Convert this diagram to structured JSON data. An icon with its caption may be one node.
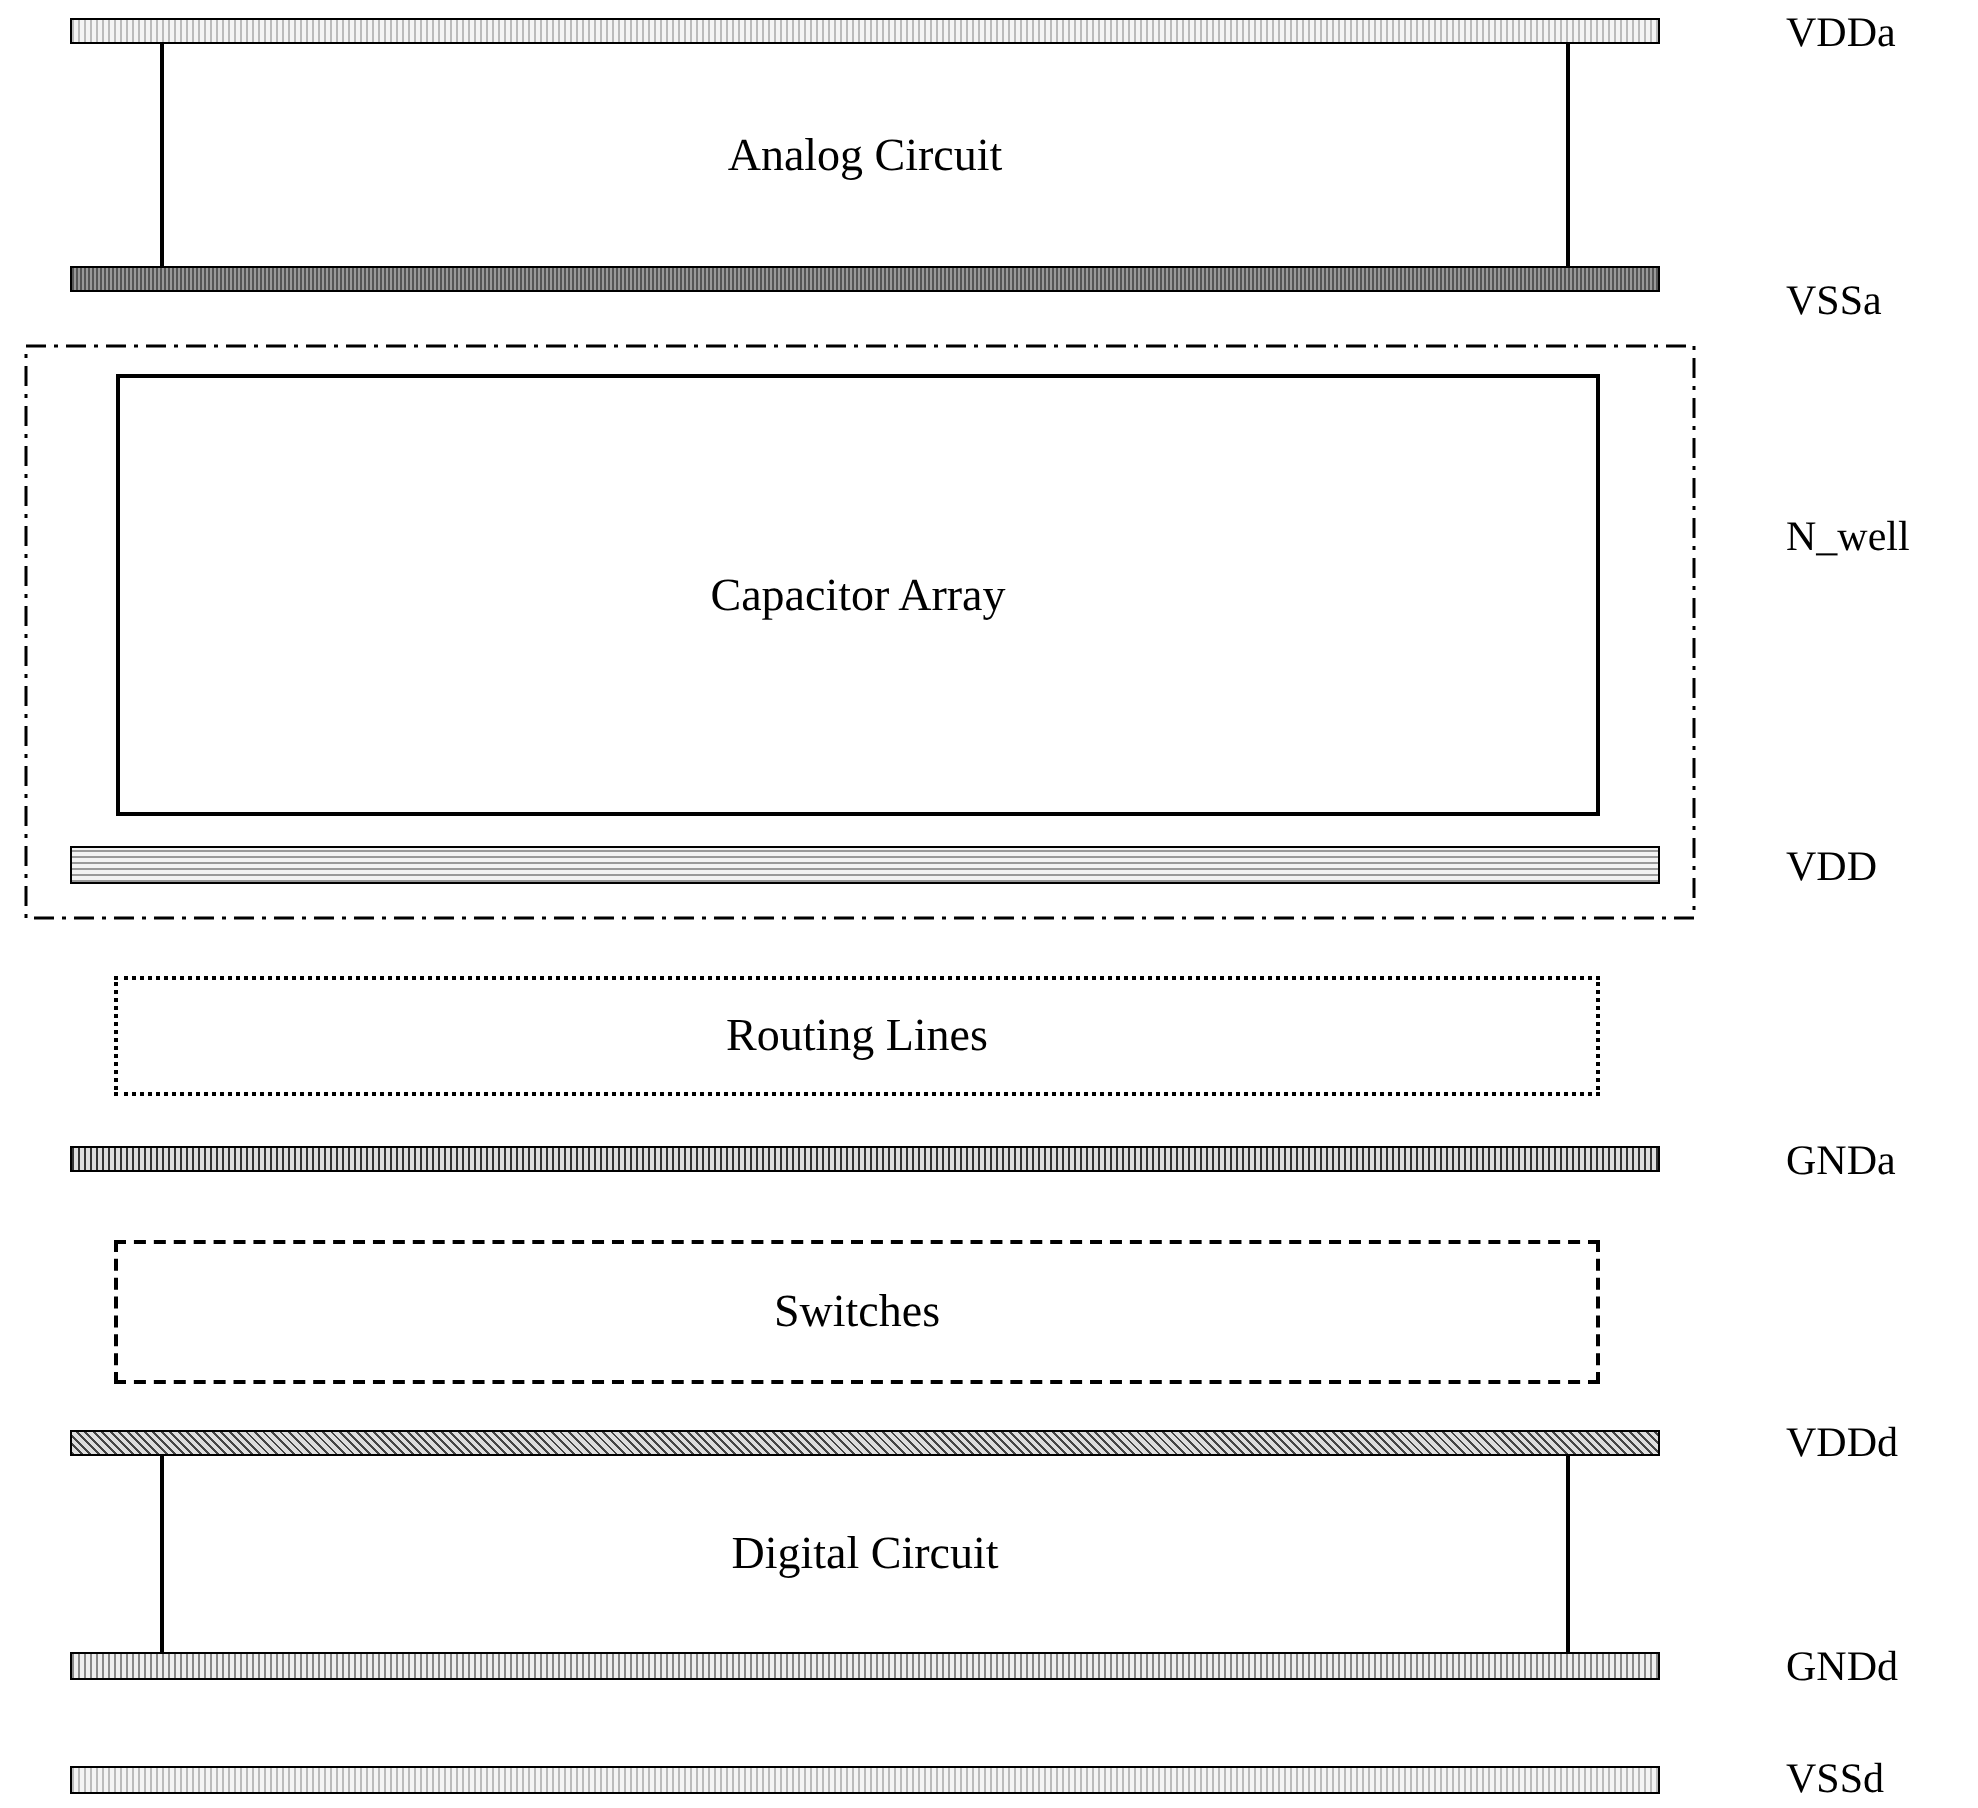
{
  "diagram": {
    "nodes": [
      {
        "text": [],
        "shape": "bar",
        "beside": [
          "VDDa"
        ]
      },
      {
        "text": [
          "Analog Circuit"
        ]
      },
      {
        "text": [],
        "shape": "bar",
        "beside": [
          "VSSa"
        ]
      },
      {
        "text": [],
        "shape": "box",
        "beside": [
          "N_well"
        ]
      },
      {
        "text": [
          "Capacitor Array"
        ],
        "in": 3
      },
      {
        "text": [],
        "shape": "bar",
        "in": 3,
        "beside": [
          "VDD"
        ]
      },
      {
        "text": [
          "Routing Lines"
        ]
      },
      {
        "text": [],
        "shape": "bar",
        "beside": [
          "GNDa"
        ]
      },
      {
        "text": [
          "Switches"
        ]
      },
      {
        "text": [],
        "shape": "bar",
        "beside": [
          "VDDd"
        ]
      },
      {
        "text": [
          "Digital Circuit"
        ]
      },
      {
        "text": [],
        "shape": "bar",
        "beside": [
          "GNDd"
        ]
      },
      {
        "text": [],
        "shape": "bar",
        "beside": [
          "VSSd"
        ]
      }
    ],
    "edges": []
  }
}
